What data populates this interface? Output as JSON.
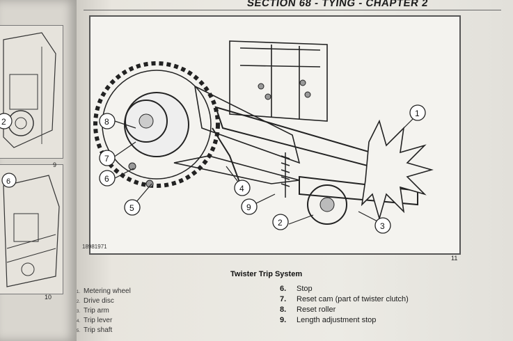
{
  "header": {
    "title": "SECTION 68 - TYING - CHAPTER 2"
  },
  "figure": {
    "id": "18981971",
    "number": "11",
    "caption": "Twister Trip System",
    "callouts": [
      "1",
      "2",
      "3",
      "4",
      "5",
      "6",
      "7",
      "8",
      "9"
    ]
  },
  "left_page": {
    "figure_numbers": [
      "9",
      "10"
    ],
    "callouts": [
      "2",
      "6"
    ]
  },
  "legend": {
    "left": [
      {
        "num": "1.",
        "label": "Metering wheel"
      },
      {
        "num": "2.",
        "label": "Drive disc"
      },
      {
        "num": "3.",
        "label": "Trip arm"
      },
      {
        "num": "4.",
        "label": "Trip lever"
      },
      {
        "num": "5.",
        "label": "Trip shaft"
      }
    ],
    "right": [
      {
        "num": "6.",
        "label": "Stop"
      },
      {
        "num": "7.",
        "label": "Reset cam (part of twister clutch)"
      },
      {
        "num": "8.",
        "label": "Reset roller"
      },
      {
        "num": "9.",
        "label": "Length adjustment stop"
      }
    ]
  }
}
